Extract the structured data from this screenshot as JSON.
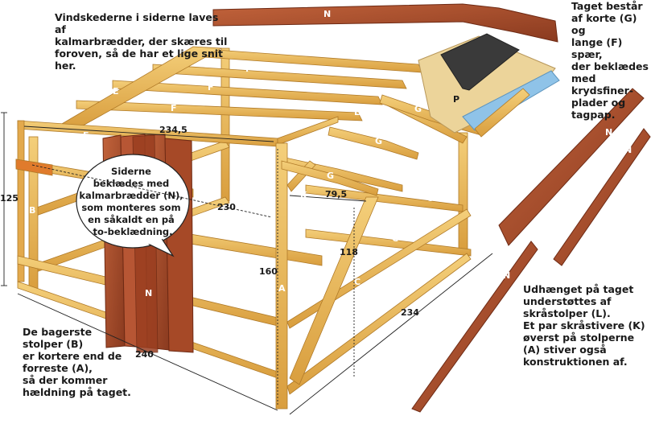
{
  "notes": {
    "top_left": "Vindskederne i siderne laves af\nkalmarbrædder, der skæres til\nforoven, så de har et lige snit her.",
    "top_right": "Taget består\naf korte (G) og\nlange (F) spær,\nder beklædes\nmed krydsfiner-\nplader og\ntagpap.",
    "bubble": "Siderne\nbeklædes med\nkalmarbrædder (N),\nsom monteres som\nen såkaldt en på\nto-beklædning.",
    "bottom_left": "De bagerste\nstolper (B)\ner kortere end de\nforreste (A),\nså der kommer\nhældning på taget.",
    "bottom_right": "Udhænget på taget\nunderstøttes af\nskråstolper (L).\nEt par skråstivere (K)\nøverst på stolperne\n(A) stiver også\nkonstruktionen af."
  },
  "labels": {
    "N": "N",
    "F": "F",
    "E": "E",
    "J": "J",
    "G": "G",
    "P": "P",
    "K": "K",
    "L": "L",
    "B": "B",
    "D": "D",
    "C": "C",
    "H": "H",
    "A": "A"
  },
  "dimensions": {
    "d_234_5": "234,5",
    "d_230": "230",
    "d_125": "125",
    "d_79_5": "79,5",
    "d_118": "118",
    "d_160": "160",
    "d_240": "240",
    "d_234": "234"
  },
  "colors": {
    "wood": "#e9b85a",
    "wood_dark": "#c98f32",
    "redwood": "#a8492a",
    "redwood_dark": "#7e3219",
    "plywood": "#ecd49a",
    "tarpaper": "#3a3a3a",
    "flashing": "#8fc3e8"
  }
}
